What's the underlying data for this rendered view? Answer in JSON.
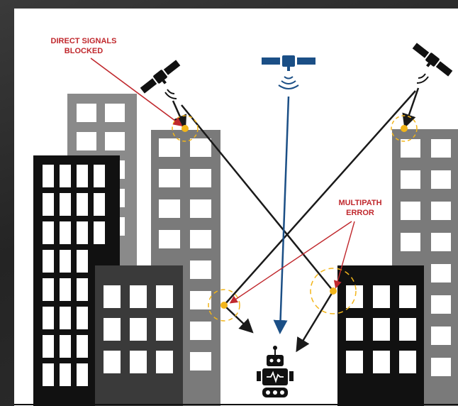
{
  "labels": {
    "direct_line1": "DIRECT SIGNALS",
    "direct_line2": "BLOCKED",
    "multipath_line1": "MULTIPATH",
    "multipath_line2": "ERROR"
  },
  "satellites": [
    {
      "name": "left-satellite",
      "color": "#111111"
    },
    {
      "name": "center-satellite",
      "color": "#1b4f86"
    },
    {
      "name": "right-satellite",
      "color": "#111111"
    }
  ],
  "colors": {
    "annotation": "#c0282d",
    "direct_signal": "#1b4f86",
    "reflected_signal": "#1a1a1a",
    "reflection_point": "#f2b51a",
    "building_light": "#8a8a8a",
    "building_mid": "#7a7a7a",
    "building_dark": "#3a3a3a",
    "building_black": "#111111"
  },
  "icons": [
    "robot-icon",
    "satellite-icon",
    "signal-wave-icon"
  ]
}
